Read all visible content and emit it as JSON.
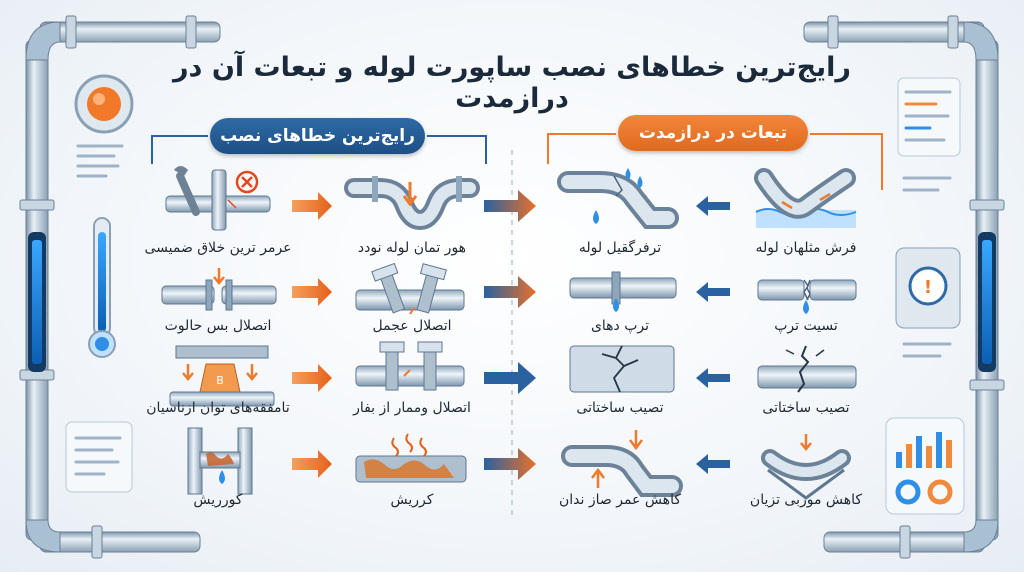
{
  "title": "رایج‌ترین خطاهای نصب ساپورت لوله و تبعات آن در درازمدت",
  "headers": {
    "left": "رایج‌ترین خطاهای نصب",
    "right": "تبعات در درازمدت"
  },
  "colors": {
    "blue": "#2a62a0",
    "orange": "#ef7a2c",
    "pipe": "#a9bfd2",
    "text": "#1f2933"
  },
  "rows": [
    {
      "cause": "عرمر ترین خلاق ضمیسی",
      "mistake": "هور تمان لوله نودد",
      "effect": "ترفرگقیل لوله",
      "consequence": "فرش مثلهان لوله"
    },
    {
      "cause": "اتصلال بس حالوت",
      "mistake": "اتصلال عجمل",
      "effect": "ترپ دهای",
      "consequence": "تسیت ترپ"
    },
    {
      "cause": "تامفقه‌های توان ازناسیان",
      "mistake": "اتصلال وممار از بفار",
      "effect": "تصیب ساختاتی",
      "consequence": "تصیب ساختاتی"
    },
    {
      "cause": "کورریش",
      "mistake": "کرریش",
      "effect": "کاهش عمر صاز ندان",
      "consequence": "کاهش موربی تزیان"
    }
  ],
  "icons": {
    "row1": [
      "wrench-pipe-icon",
      "sagging-pipe-icon",
      "leaking-pipe-icon",
      "wave-pipe-icon"
    ],
    "row2": [
      "loose-joint-icon",
      "bolted-joint-icon",
      "dripping-pipe-icon",
      "broken-pipe-icon"
    ],
    "row3": [
      "compressed-pipe-icon",
      "bolted-pipe-icon",
      "cracked-panel-icon",
      "cracked-pipe-icon"
    ],
    "row4": [
      "corroded-pipe-icon",
      "corroded-section-icon",
      "stressed-elbow-icon",
      "deformed-support-icon"
    ]
  }
}
